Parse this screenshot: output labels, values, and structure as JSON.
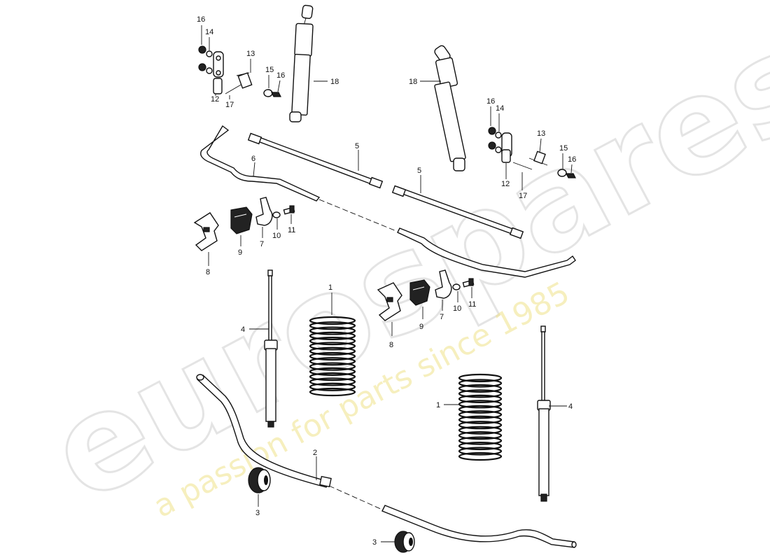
{
  "watermark": {
    "brand": "eurospares",
    "tagline": "a passion for parts since 1985"
  },
  "callouts": {
    "c1a": "1",
    "c1b": "1",
    "c2": "2",
    "c3a": "3",
    "c3b": "3",
    "c4a": "4",
    "c4b": "4",
    "c5a": "5",
    "c5b": "5",
    "c6": "6",
    "c7a": "7",
    "c7b": "7",
    "c8a": "8",
    "c8b": "8",
    "c9a": "9",
    "c9b": "9",
    "c10a": "10",
    "c10b": "10",
    "c11a": "11",
    "c11b": "11",
    "c12a": "12",
    "c12b": "12",
    "c13a": "13",
    "c13b": "13",
    "c14a": "14",
    "c14b": "14",
    "c15a": "15",
    "c15b": "15",
    "c16a": "16",
    "c16b": "16",
    "c16c": "16",
    "c16d": "16",
    "c17a": "17",
    "c17b": "17",
    "c18a": "18",
    "c18b": "18"
  },
  "colors": {
    "line": "#111111",
    "watermark_gray": "#cfcfcf",
    "watermark_yellow": "#efe28a"
  }
}
